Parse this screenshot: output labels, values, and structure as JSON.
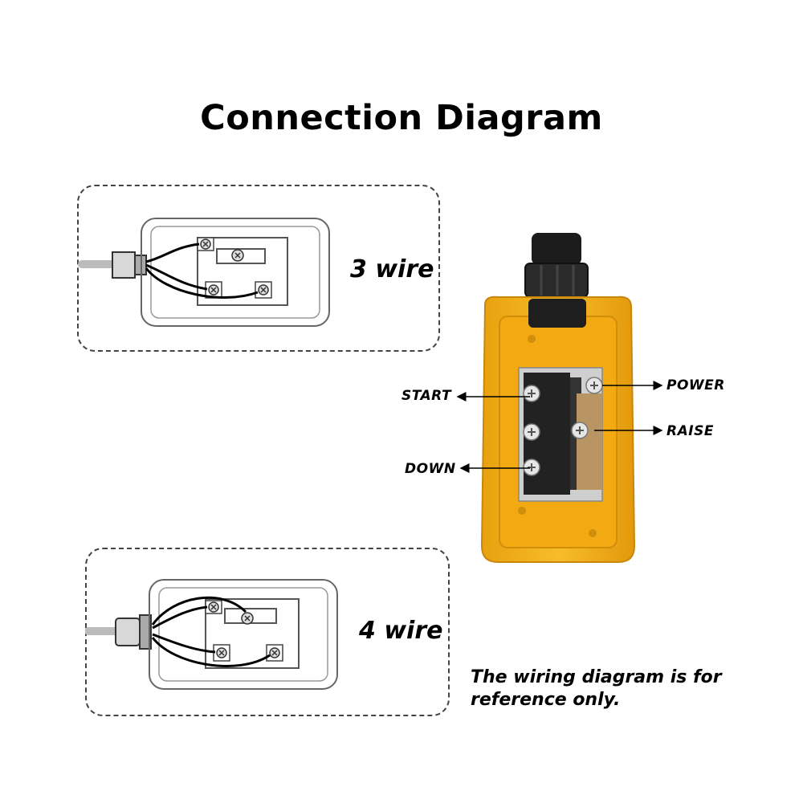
{
  "title": "Connection Diagram",
  "diagrams": [
    {
      "label": "3 wire"
    },
    {
      "label": "4 wire"
    }
  ],
  "terminals": {
    "start": "START",
    "down": "DOWN",
    "power": "POWER",
    "raise": "RAISE"
  },
  "note": "The wiring diagram is for reference only.",
  "colors": {
    "housing": "#f5b41e",
    "housing_dark": "#d9930a",
    "gland": "#1c1c1c",
    "terminal_block": "#222222",
    "plate": "#c9c9c9"
  }
}
